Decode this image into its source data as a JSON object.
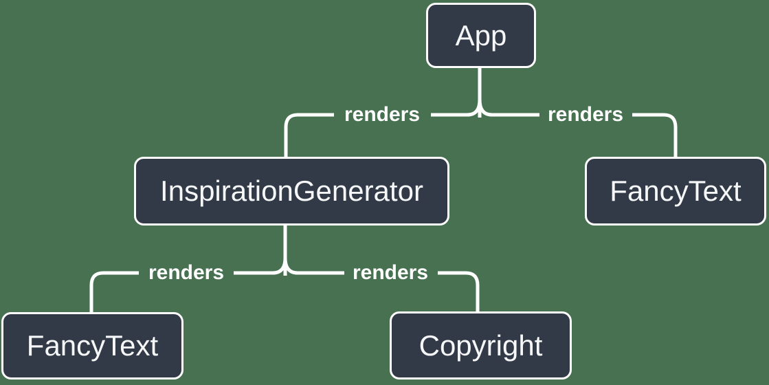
{
  "colors": {
    "background": "#477150",
    "node_fill": "#333A47",
    "node_border": "#FFFFFF",
    "edge_line": "#FFFFFF",
    "node_text": "#F6F7F9",
    "edge_label_text": "#FFFFFF"
  },
  "tree": {
    "nodes": [
      {
        "id": "app",
        "label": "App"
      },
      {
        "id": "inspiration-generator",
        "label": "InspirationGenerator"
      },
      {
        "id": "fancy-text-top",
        "label": "FancyText"
      },
      {
        "id": "fancy-text-bottom",
        "label": "FancyText"
      },
      {
        "id": "copyright",
        "label": "Copyright"
      }
    ],
    "edges": [
      {
        "from": "App",
        "to": "InspirationGenerator",
        "label": "renders"
      },
      {
        "from": "App",
        "to": "FancyText",
        "label": "renders"
      },
      {
        "from": "InspirationGenerator",
        "to": "FancyText",
        "label": "renders"
      },
      {
        "from": "InspirationGenerator",
        "to": "Copyright",
        "label": "renders"
      }
    ]
  }
}
